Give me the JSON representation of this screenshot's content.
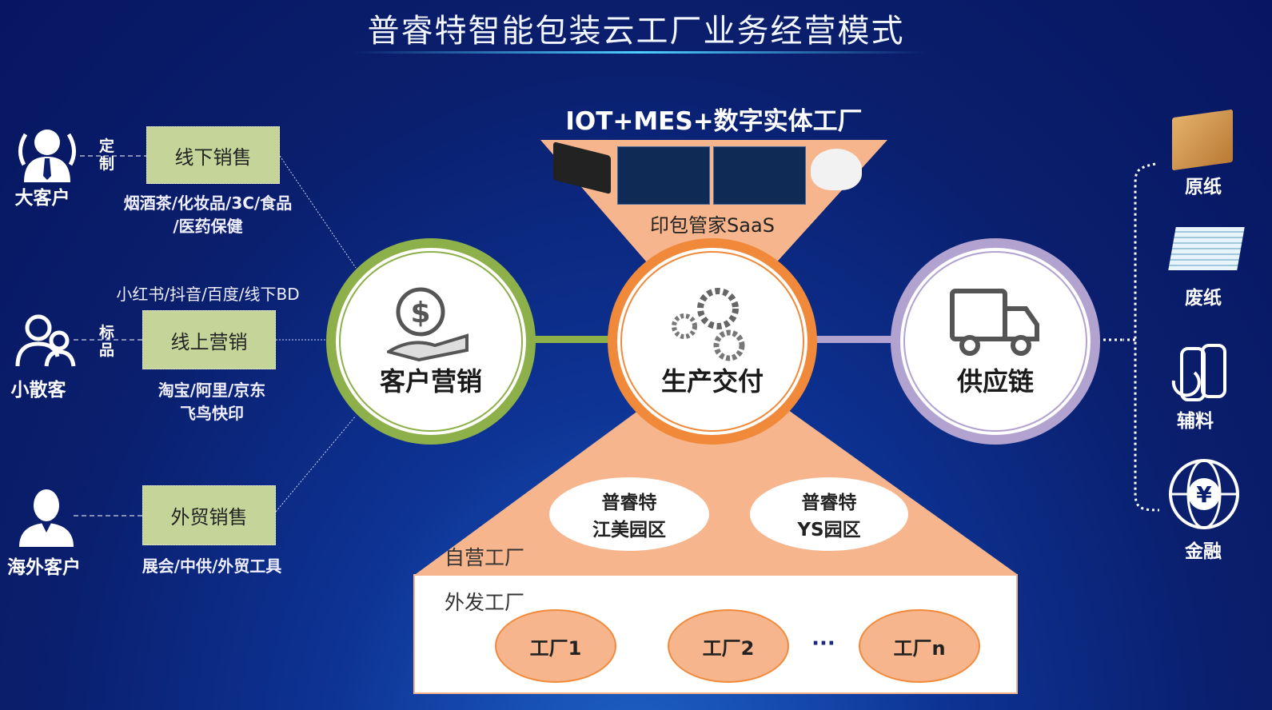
{
  "title": "普睿特智能包装云工厂业务经营模式",
  "customers": [
    {
      "label": "大客户",
      "tag": "定制",
      "channel": "线下销售",
      "desc": [
        "烟酒茶/化妆品/3C/食品",
        "/医药保健"
      ],
      "icon": "vip-person-icon"
    },
    {
      "label": "小散客",
      "tag": "标品",
      "channel": "线上营销",
      "top_desc": "小红书/抖音/百度/线下BD",
      "desc": [
        "淘宝/阿里/京东",
        "飞鸟快印"
      ],
      "icon": "group-icon"
    },
    {
      "label": "海外客户",
      "tag": "",
      "channel": "外贸销售",
      "desc": [
        "展会/中供/外贸工具"
      ],
      "icon": "female-person-icon"
    }
  ],
  "circles": {
    "marketing": "客户营销",
    "production": "生产交付",
    "supply": "供应链"
  },
  "iot": {
    "title": "IOT+MES+数字实体工厂",
    "saas": "印包管家SaaS"
  },
  "own_factory": {
    "label": "自营工厂",
    "parks": [
      [
        "普睿特",
        "江美园区"
      ],
      [
        "普睿特",
        "YS园区"
      ]
    ]
  },
  "outsourced": {
    "label": "外发工厂",
    "factories": [
      "工厂1",
      "工厂2",
      "···",
      "工厂n"
    ]
  },
  "supplies": [
    "原纸",
    "废纸",
    "辅料",
    "金融"
  ],
  "colors": {
    "green": "#8db04a",
    "orange": "#f08a3a",
    "purple": "#b2a2d0",
    "peach": "#f6b58c",
    "box": "#c5d59a"
  }
}
